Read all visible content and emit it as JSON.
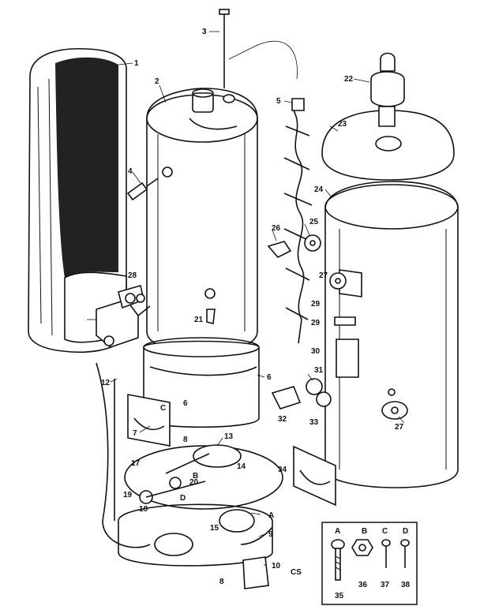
{
  "callouts": [
    {
      "id": "c1",
      "text": "1"
    },
    {
      "id": "c2",
      "text": "2"
    },
    {
      "id": "c3",
      "text": "3"
    },
    {
      "id": "c4",
      "text": "4"
    },
    {
      "id": "c5",
      "text": "5"
    },
    {
      "id": "c6",
      "text": "6"
    },
    {
      "id": "c7",
      "text": "7"
    },
    {
      "id": "c8a",
      "text": "8"
    },
    {
      "id": "c8b",
      "text": "8"
    },
    {
      "id": "c9",
      "text": "9"
    },
    {
      "id": "c10",
      "text": "10"
    },
    {
      "id": "c12",
      "text": "12"
    },
    {
      "id": "c13",
      "text": "13"
    },
    {
      "id": "c14",
      "text": "14"
    },
    {
      "id": "c15",
      "text": "15"
    },
    {
      "id": "c17",
      "text": "17"
    },
    {
      "id": "c18",
      "text": "18"
    },
    {
      "id": "c19",
      "text": "19"
    },
    {
      "id": "c20",
      "text": "20"
    },
    {
      "id": "c21",
      "text": "21"
    },
    {
      "id": "c22",
      "text": "22"
    },
    {
      "id": "c23",
      "text": "23"
    },
    {
      "id": "c24",
      "text": "24"
    },
    {
      "id": "c25",
      "text": "25"
    },
    {
      "id": "c26",
      "text": "26"
    },
    {
      "id": "c27a",
      "text": "27"
    },
    {
      "id": "c27b",
      "text": "27"
    },
    {
      "id": "c28",
      "text": "28"
    },
    {
      "id": "c29a",
      "text": "29"
    },
    {
      "id": "c29b",
      "text": "29"
    },
    {
      "id": "c30",
      "text": "30"
    },
    {
      "id": "c31",
      "text": "31"
    },
    {
      "id": "c32",
      "text": "32"
    },
    {
      "id": "c33",
      "text": "33"
    },
    {
      "id": "c34",
      "text": "34"
    },
    {
      "id": "c6b",
      "text": "6"
    },
    {
      "id": "cA1",
      "text": "A"
    },
    {
      "id": "cB1",
      "text": "B"
    },
    {
      "id": "cC1",
      "text": "C"
    },
    {
      "id": "cD1",
      "text": "D"
    }
  ],
  "legend": {
    "letters": [
      "A",
      "B",
      "C",
      "D"
    ],
    "numbers": [
      "35",
      "36",
      "37",
      "38"
    ]
  },
  "figure_code": "CS"
}
